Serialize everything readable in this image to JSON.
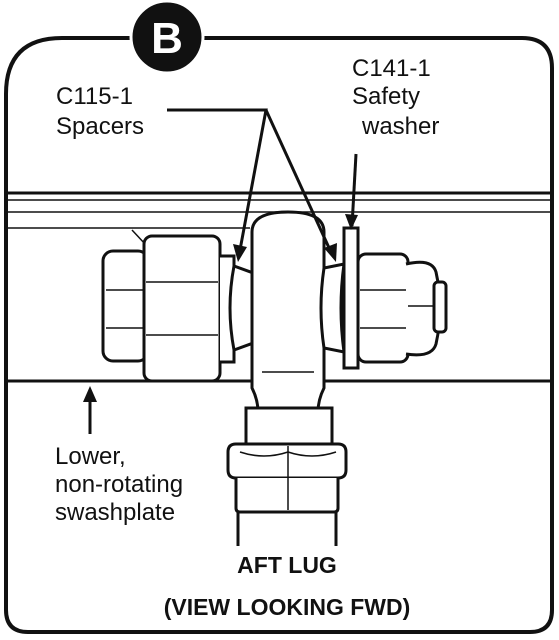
{
  "panel": {
    "badge": "B",
    "title": "AFT LUG",
    "subtitle": "(VIEW LOOKING FWD)"
  },
  "callouts": {
    "spacers": {
      "part": "C115-1",
      "name": "Spacers"
    },
    "washer": {
      "part": "C141-1",
      "name_line1": "Safety",
      "name_line2": "washer"
    },
    "swashplate": {
      "line1": "Lower,",
      "line2": "non-rotating",
      "line3": "swashplate"
    }
  },
  "colors": {
    "ink": "#111111",
    "paper": "#ffffff",
    "badge_fill": "#111111"
  }
}
